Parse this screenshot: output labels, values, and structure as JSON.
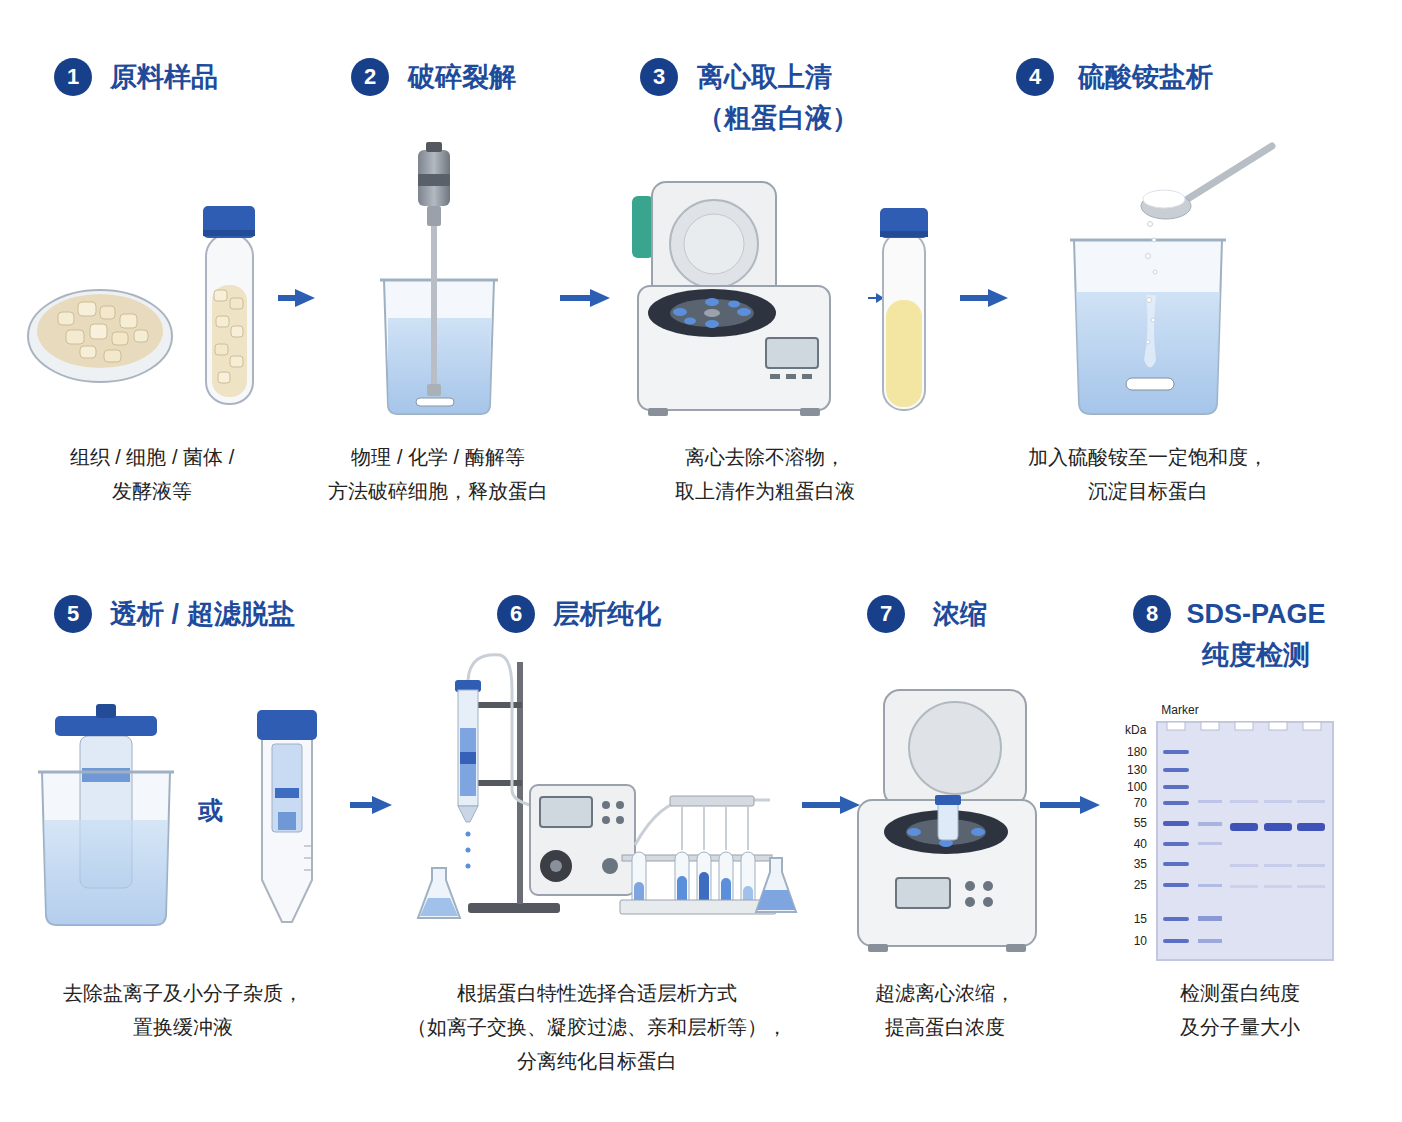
{
  "diagram": {
    "nodes": [
      {
        "text": [
          "原料样品",
          "组织 / 细胞 / 菌体 / 发酵液等"
        ]
      },
      {
        "text": [
          "1"
        ],
        "in": 0
      },
      {
        "text": [
          "破碎裂解",
          "物理 / 化学 / 酶解等 方法破碎细胞，释放蛋白"
        ]
      },
      {
        "text": [
          "2"
        ],
        "in": 2
      },
      {
        "text": [
          "离心取上清 （粗蛋白液）",
          "离心去除不溶物， 取上清作为粗蛋白液"
        ]
      },
      {
        "text": [
          "3"
        ],
        "in": 4
      },
      {
        "text": [
          "硫酸铵盐析",
          "加入硫酸铵至一定饱和度， 沉淀目标蛋白"
        ]
      },
      {
        "text": [
          "4"
        ],
        "in": 6
      },
      {
        "text": [
          "透析 / 超滤脱盐",
          "去除盐离子及小分子杂质， 置换缓冲液"
        ]
      },
      {
        "text": [
          "5"
        ],
        "in": 8
      },
      {
        "text": [
          "层析纯化",
          "根据蛋白特性选择合适层析方式 （如离子交换、凝胶过滤、亲和层析等）， 分离纯化目标蛋白"
        ]
      },
      {
        "text": [
          "6"
        ],
        "in": 10
      },
      {
        "text": [
          "浓缩",
          "超滤离心浓缩， 提高蛋白浓度"
        ]
      },
      {
        "text": [
          "7"
        ],
        "in": 12
      },
      {
        "text": [
          "SDS-PAGE 纯度检测",
          "检测蛋白纯度 及分子量大小"
        ]
      },
      {
        "text": [
          "8"
        ],
        "in": 14
      }
    ],
    "edges": [
      {
        "from": 0,
        "to": 2,
        "arrow": "to"
      },
      {
        "from": 2,
        "to": 4,
        "arrow": "to"
      },
      {
        "from": 4,
        "to": 6,
        "arrow": "to"
      },
      {
        "from": 8,
        "to": 10,
        "arrow": "to"
      },
      {
        "from": 10,
        "to": 12,
        "arrow": "to"
      },
      {
        "from": 12,
        "to": 14,
        "arrow": "to"
      }
    ],
    "labels": [
      "或",
      "Marker",
      "kDa",
      "180",
      "130",
      "100",
      "70",
      "55",
      "40",
      "35",
      "25",
      "15",
      "10"
    ]
  }
}
